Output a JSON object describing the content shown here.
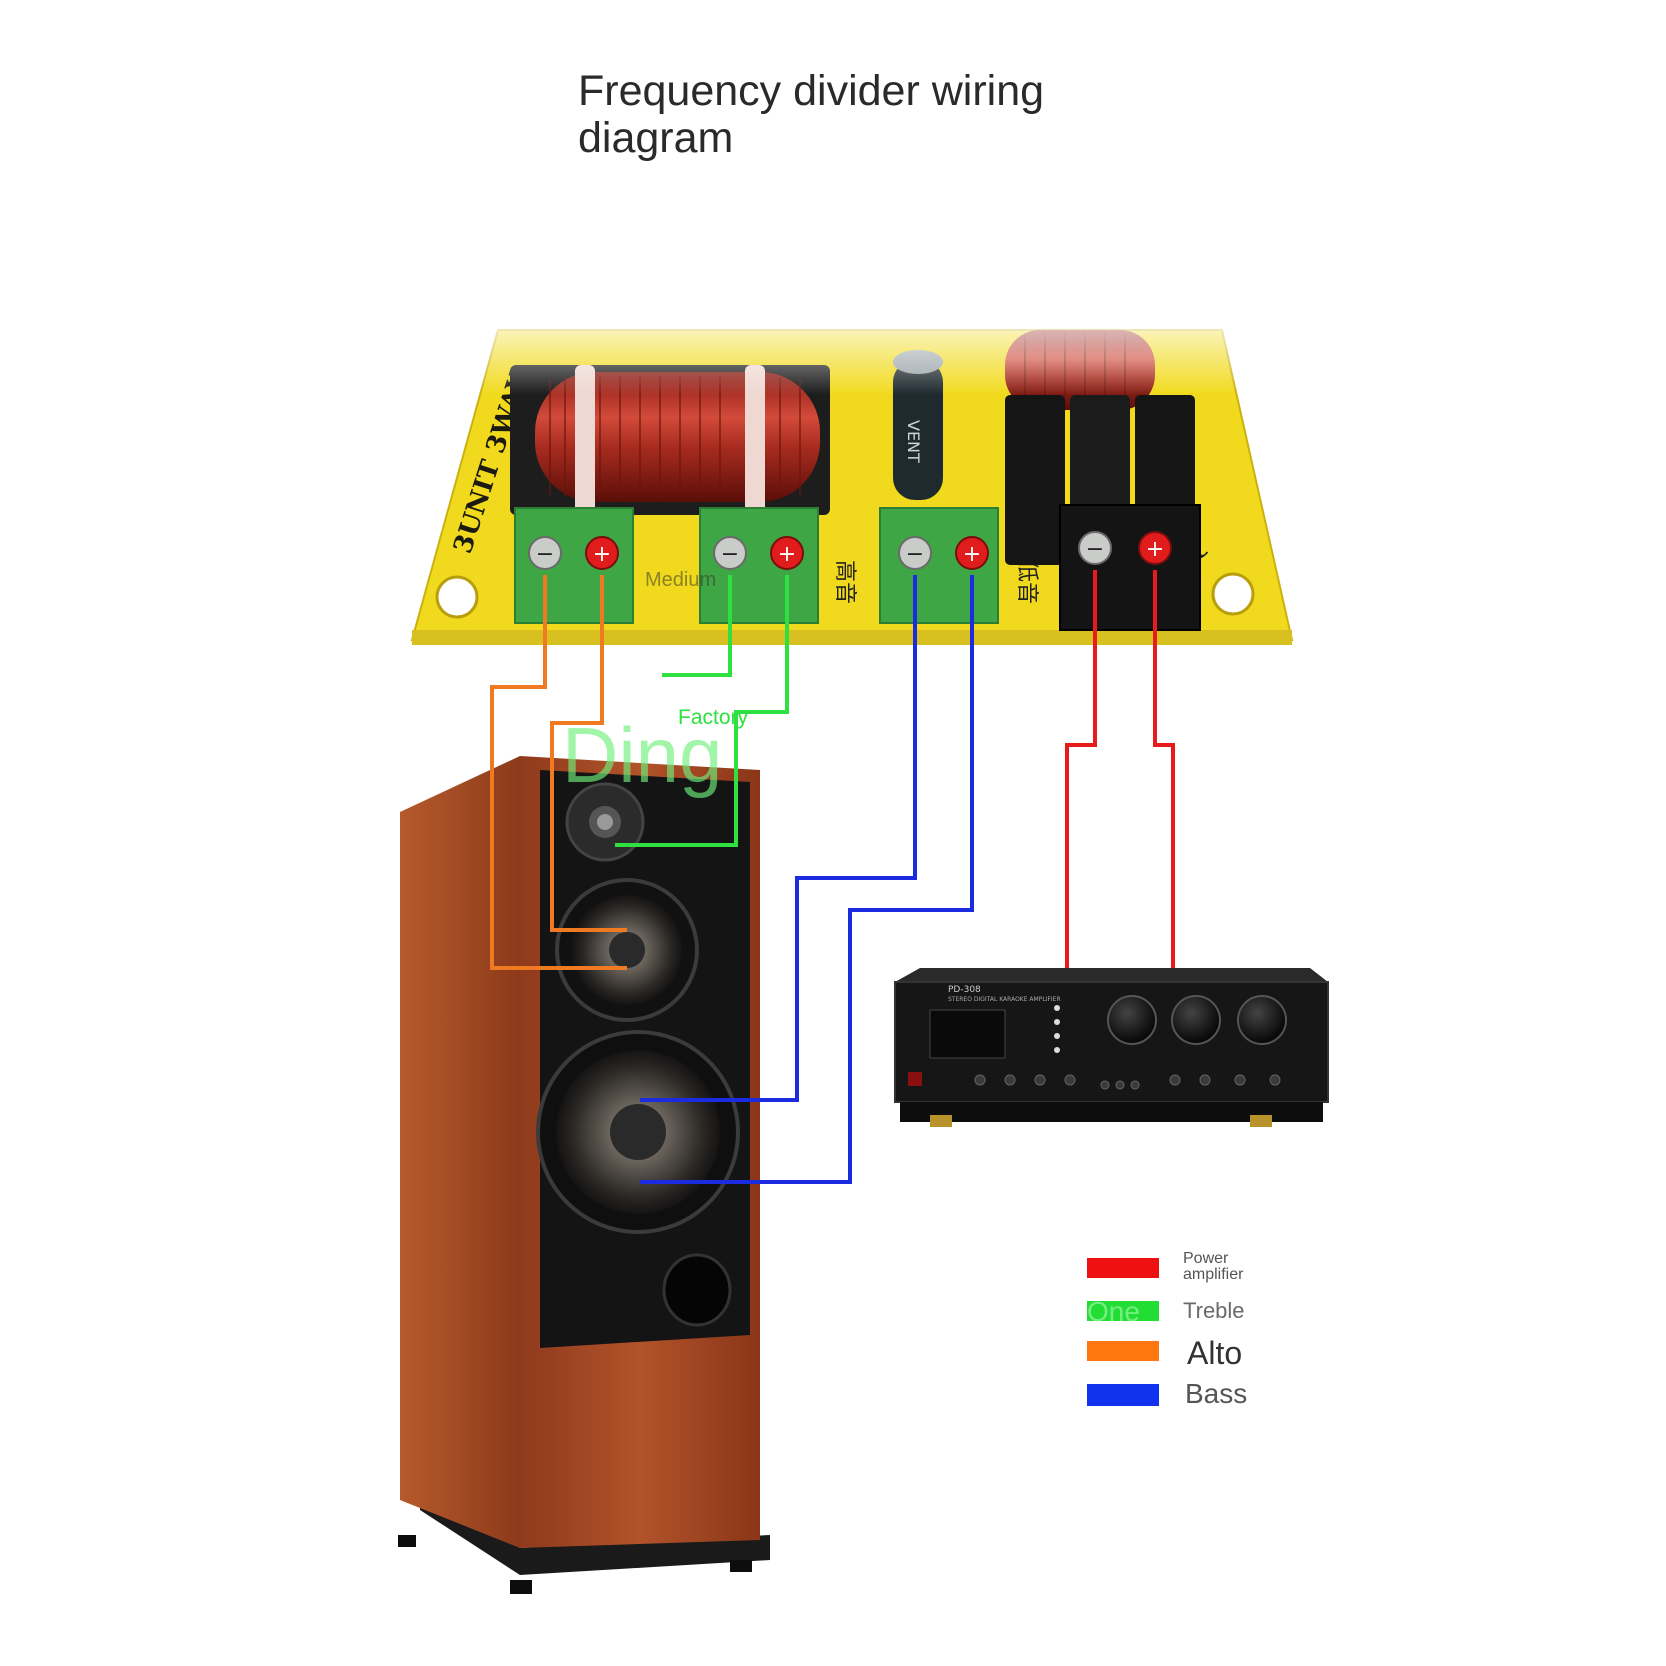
{
  "title": "Frequency divider wiring diagram",
  "board": {
    "label": "3UNIT 3WAY",
    "chinese_high": "高音",
    "chinese_low": "低音",
    "chinese_in": "入",
    "capacitor_text": "VENT",
    "minus_symbol": "−",
    "plus_symbol": "+"
  },
  "watermark": {
    "medium": "Medium",
    "factory": "Factory",
    "ding": "Ding"
  },
  "amplifier": {
    "model": "PD-308",
    "subtitle": "STEREO DIGITAL KARAOKE AMPLIFIER"
  },
  "legend": [
    {
      "label": "Power amplifier",
      "color": "#ee1111"
    },
    {
      "label": "Treble",
      "color": "#22dd33",
      "overlay": "One"
    },
    {
      "label": "Alto",
      "color": "#ff7711"
    },
    {
      "label": "Bass",
      "color": "#1133ee"
    }
  ],
  "wire_colors": {
    "power": "#e81a1a",
    "treble": "#2ee040",
    "alto": "#f07a22",
    "bass": "#1a2be0"
  }
}
